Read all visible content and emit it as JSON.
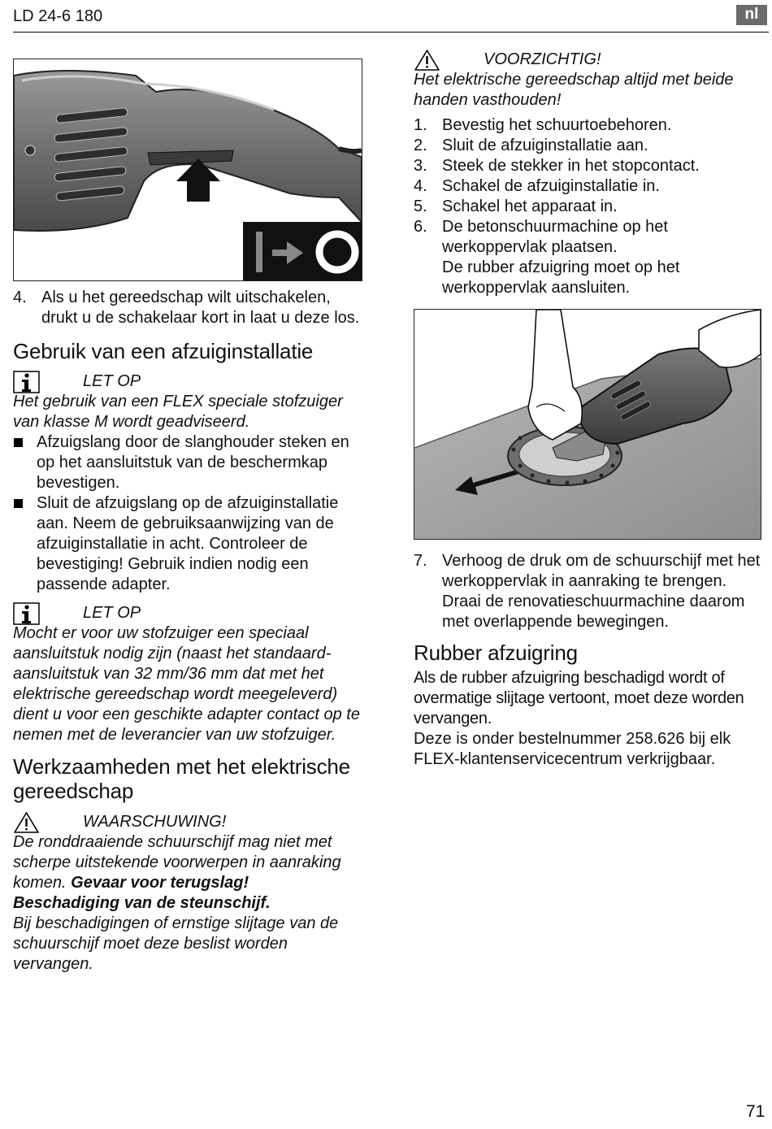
{
  "header": {
    "model": "LD 24-6 180",
    "language": "nl"
  },
  "page_number": "71",
  "left": {
    "figure_switch": {
      "symbol_label": "I→O"
    },
    "step4": {
      "num": "4.",
      "text": "Als u het gereedschap wilt uitschakelen, drukt u de schakelaar kort in laat u deze los."
    },
    "heading_extraction": "Gebruik van een afzuiginstallatie",
    "note1": {
      "title": "LET OP",
      "text": "Het gebruik van een FLEX speciale stofzuiger van klasse M wordt geadviseerd."
    },
    "bullets": [
      "Afzuigslang door de slanghouder steken en op het aansluitstuk van de beschermkap bevestigen.",
      "Sluit de afzuigslang op de afzuiginstallatie aan. Neem de gebruiksaanwijzing van de afzuiginstallatie in acht. Controleer de bevestiging! Gebruik indien nodig een passende adapter."
    ],
    "note2": {
      "title": "LET OP",
      "text": "Mocht er voor uw stofzuiger een speciaal aansluitstuk nodig zijn (naast het standaard-aansluitstuk van 32 mm/36 mm dat met het elektrische gereedschap wordt meegeleverd) dient u voor een geschikte adapter contact op te nemen met de leverancier van uw stofzuiger."
    },
    "heading_work": "Werkzaamheden met het elektrische gereedschap",
    "warning": {
      "title": "WAARSCHUWING!",
      "text1": "De ronddraaiende schuurschijf mag niet met scherpe uitstekende voorwerpen in aanraking komen.",
      "bold1": "Gevaar voor terugslag!",
      "bold2": "Beschadiging van de steunschijf.",
      "text2": "Bij beschadigingen of ernstige slijtage van de schuurschijf moet deze beslist worden vervangen."
    }
  },
  "right": {
    "caution": {
      "title": "VOORZICHTIG!",
      "text": "Het elektrische gereedschap altijd met beide handen vasthouden!"
    },
    "steps": [
      {
        "num": "1.",
        "text": "Bevestig het schuurtoebehoren."
      },
      {
        "num": "2.",
        "text": "Sluit de afzuiginstallatie aan."
      },
      {
        "num": "3.",
        "text": "Steek de stekker in het stopcontact."
      },
      {
        "num": "4.",
        "text": "Schakel de afzuiginstallatie in."
      },
      {
        "num": "5.",
        "text": "Schakel het apparaat in."
      },
      {
        "num": "6.",
        "text": "De betonschuurmachine op het werkoppervlak plaatsen.",
        "extra": "De rubber afzuigring moet op het werkoppervlak aansluiten."
      }
    ],
    "step7": {
      "num": "7.",
      "text": "Verhoog de druk om de schuurschijf met het werkoppervlak in aanraking te brengen. Draai de renovatieschuurmachine daarom met overlappende bewegingen."
    },
    "heading_ring": "Rubber afzuigring",
    "ring_text1": "Als de rubber afzuigring beschadigd wordt of overmatige slijtage vertoont, moet deze worden vervangen.",
    "ring_text2": "Deze is onder bestelnummer 258.626 bij elk FLEX-klantenservicecentrum verkrijgbaar."
  }
}
